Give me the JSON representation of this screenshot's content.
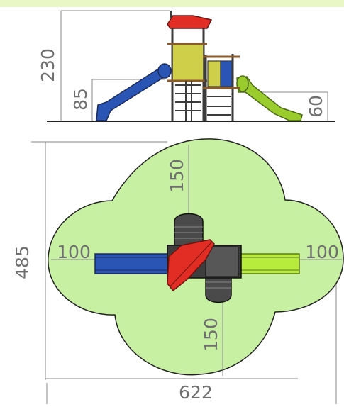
{
  "elevation": {
    "total_height": "230",
    "deck_height": "85",
    "slide_exit_height": "60"
  },
  "plan": {
    "depth": "485",
    "width": "622",
    "clearance_left": "100",
    "clearance_right": "100",
    "clearance_top": "150",
    "clearance_bottom": "150"
  },
  "colors": {
    "top_band": "#e9f7c6",
    "safety_zone": "#c8f0a3",
    "roof": "#e12d24",
    "tower_panel": "#cfcf4a",
    "blue_slide": "#2b55b5",
    "green_slide": "#9bcc2d",
    "dark_frame": "#3b3b3b",
    "dim_line": "#8a8a8a"
  }
}
